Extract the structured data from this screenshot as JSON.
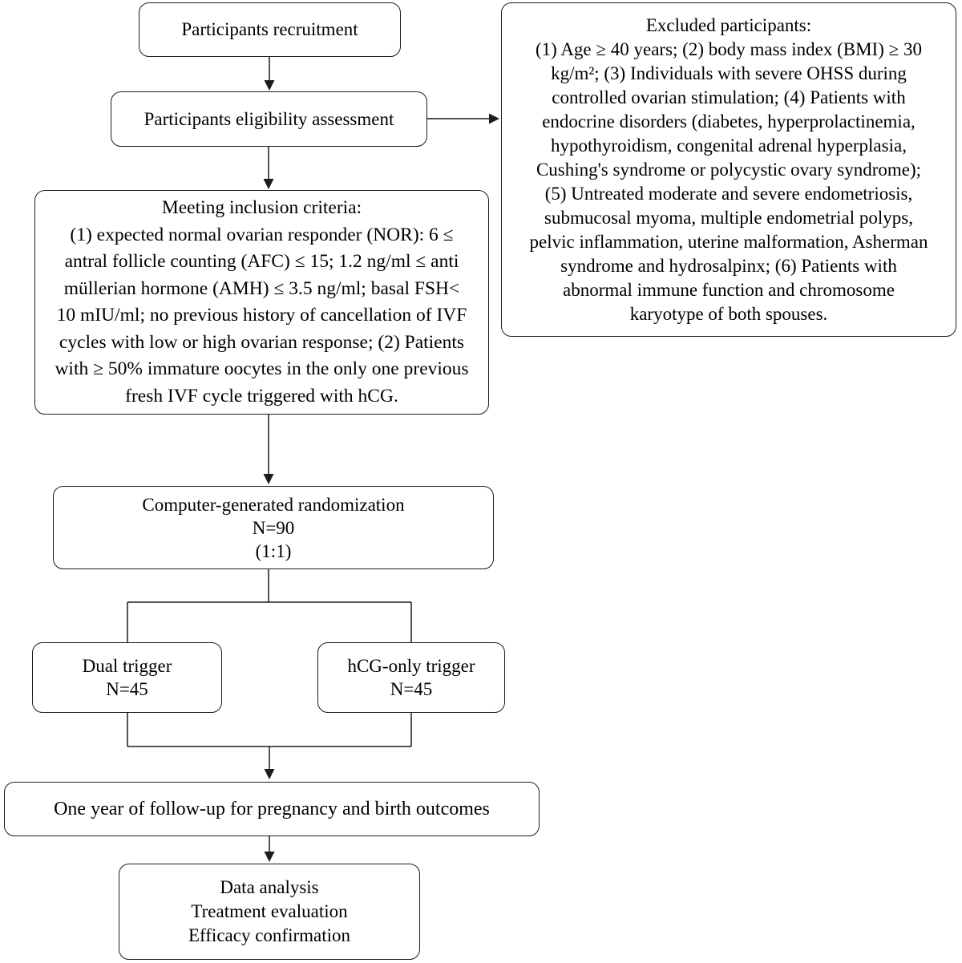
{
  "figure": {
    "background": "#ffffff",
    "line_color": "#1c1c1c",
    "text_color": "#000000"
  },
  "boxes": {
    "recruitment": {
      "text": [
        "Participants recruitment"
      ]
    },
    "eligibility": {
      "text": [
        "Participants eligibility assessment"
      ]
    },
    "excluded": {
      "text": [
        "Excluded participants:",
        "(1) Age ≥ 40 years; (2) body mass index (BMI) ≥ 30",
        "kg/m²; (3) Individuals with severe OHSS during",
        "controlled ovarian stimulation; (4) Patients with",
        "endocrine disorders (diabetes, hyperprolactinemia,",
        "hypothyroidism, congenital adrenal hyperplasia,",
        "Cushing's syndrome or polycystic ovary syndrome);",
        "(5) Untreated moderate and severe endometriosis,",
        "submucosal myoma, multiple endometrial polyps,",
        "pelvic inflammation, uterine malformation, Asherman",
        "syndrome and hydrosalpinx; (6) Patients with",
        "abnormal immune function and chromosome",
        "karyotype of both spouses."
      ]
    },
    "inclusion": {
      "text": [
        "Meeting inclusion criteria:",
        "(1) expected normal ovarian responder (NOR): 6 ≤",
        "antral follicle counting (AFC) ≤ 15; 1.2 ng/ml ≤ anti",
        "müllerian hormone (AMH) ≤ 3.5 ng/ml; basal FSH<",
        "10 mIU/ml; no previous history of cancellation of IVF",
        "cycles with low or high ovarian response; (2) Patients",
        "with ≥ 50% immature oocytes in the only one previous",
        "fresh IVF cycle triggered with hCG."
      ]
    },
    "randomization": {
      "text": [
        "Computer-generated randomization",
        "N=90",
        "(1:1)"
      ]
    },
    "dual_trigger": {
      "text": [
        "Dual trigger",
        "N=45"
      ]
    },
    "hcg_trigger": {
      "text": [
        "hCG-only trigger",
        "N=45"
      ]
    },
    "followup": {
      "text": [
        "One year of follow-up for pregnancy and birth outcomes"
      ]
    },
    "analysis": {
      "text": [
        "Data analysis",
        "Treatment evaluation",
        "Efficacy confirmation"
      ]
    }
  }
}
